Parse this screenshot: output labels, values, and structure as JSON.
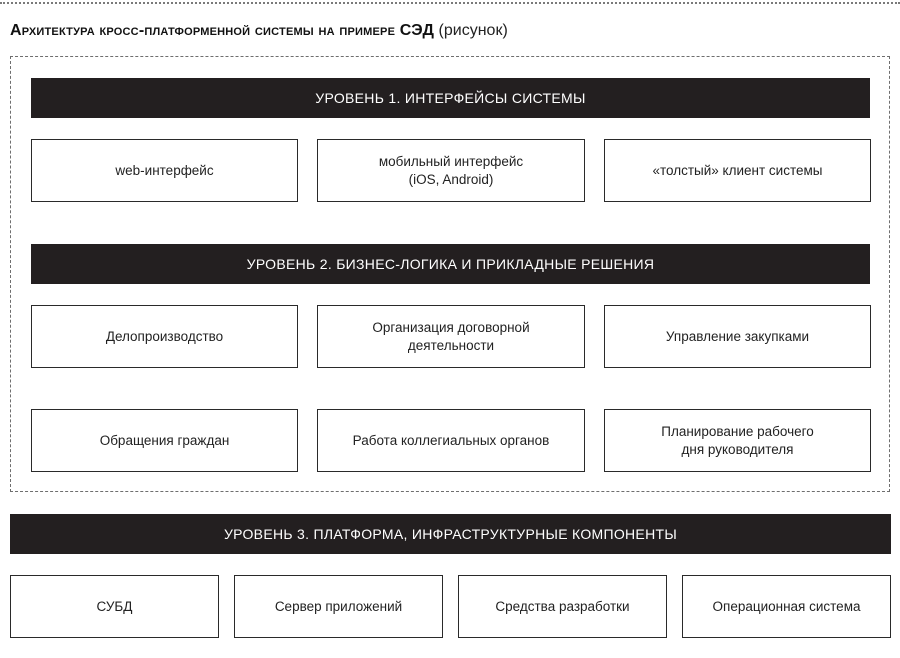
{
  "header": {
    "title_bold": "Архитектура кросс-платформенной системы на примере СЭД",
    "title_suffix": "(рисунок)"
  },
  "level1": {
    "label": "УРОВЕНЬ 1. ИНТЕРФЕЙСЫ СИСТЕМЫ",
    "items": [
      "web-интерфейс",
      "мобильный интерфейс\n(iOS, Android)",
      "«толстый» клиент системы"
    ]
  },
  "level2": {
    "label": "УРОВЕНЬ 2. БИЗНЕС-ЛОГИКА И ПРИКЛАДНЫЕ РЕШЕНИЯ",
    "row1": [
      "Делопроизводство",
      "Организация договорной\nдеятельности",
      "Управление закупками"
    ],
    "row2": [
      "Обращения граждан",
      "Работа коллегиальных органов",
      "Планирование рабочего\nдня руководителя"
    ]
  },
  "level3": {
    "label": "УРОВЕНЬ 3. ПЛАТФОРМА, ИНФРАСТРУКТУРНЫЕ КОМПОНЕНТЫ",
    "items": [
      "СУБД",
      "Сервер приложений",
      "Средства разработки",
      "Операционная система"
    ]
  }
}
